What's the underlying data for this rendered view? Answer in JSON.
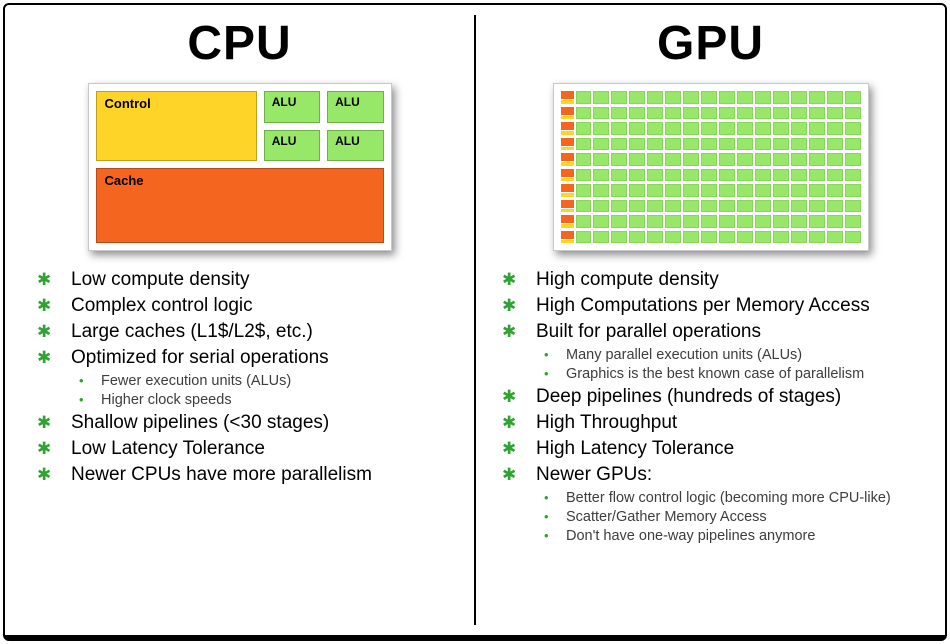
{
  "markers": {
    "star": "✱",
    "dot": "•"
  },
  "colors": {
    "star_green": "#2EA330",
    "sub_text": "#3d3d3d"
  },
  "left": {
    "title": "CPU",
    "diagram": {
      "control_label": "Control",
      "alu_label": "ALU",
      "alu_count": 4,
      "cache_label": "Cache",
      "colors": {
        "control": "#FFD428",
        "alu": "#97E868",
        "cache": "#F4651F"
      }
    },
    "bullets": [
      {
        "level": 1,
        "text": "Low compute density"
      },
      {
        "level": 1,
        "text": "Complex control logic"
      },
      {
        "level": 1,
        "text": "Large caches (L1$/L2$, etc.)"
      },
      {
        "level": 1,
        "text": "Optimized for serial operations"
      },
      {
        "level": 2,
        "text": "Fewer execution units (ALUs)"
      },
      {
        "level": 2,
        "text": "Higher clock speeds"
      },
      {
        "level": 1,
        "text": "Shallow pipelines (<30 stages)"
      },
      {
        "level": 1,
        "text": "Low Latency Tolerance"
      },
      {
        "level": 1,
        "text": "Newer CPUs have more parallelism"
      }
    ]
  },
  "right": {
    "title": "GPU",
    "diagram": {
      "rows": 10,
      "cols": 16,
      "colors": {
        "control": "#F4651F",
        "cache": "#FFD428",
        "alu": "#97E868"
      }
    },
    "bullets": [
      {
        "level": 1,
        "text": "High compute density"
      },
      {
        "level": 1,
        "text": "High Computations per Memory Access"
      },
      {
        "level": 1,
        "text": "Built for parallel operations"
      },
      {
        "level": 2,
        "text": "Many parallel execution units (ALUs)"
      },
      {
        "level": 2,
        "text": "Graphics is the best known case of parallelism"
      },
      {
        "level": 1,
        "text": "Deep pipelines (hundreds of stages)"
      },
      {
        "level": 1,
        "text": "High Throughput"
      },
      {
        "level": 1,
        "text": "High Latency Tolerance"
      },
      {
        "level": 1,
        "text": "Newer GPUs:"
      },
      {
        "level": 2,
        "text": "Better flow control logic (becoming more CPU-like)"
      },
      {
        "level": 2,
        "text": "Scatter/Gather Memory Access"
      },
      {
        "level": 2,
        "text": "Don't have one-way pipelines anymore"
      }
    ]
  }
}
